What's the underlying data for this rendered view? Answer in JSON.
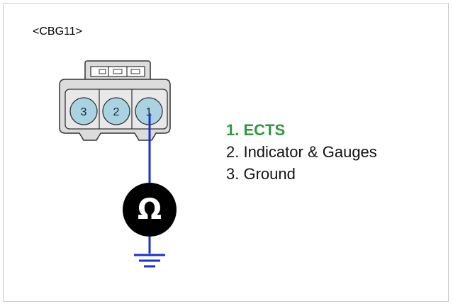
{
  "connector": {
    "name": "<CBG11>",
    "pins": [
      {
        "label": "3"
      },
      {
        "label": "2"
      },
      {
        "label": "1"
      }
    ]
  },
  "meter": {
    "symbol": "Ω",
    "icon": "ohm-icon"
  },
  "legend": {
    "items": [
      {
        "label": "1. ECTS",
        "highlight": true
      },
      {
        "label": "2. Indicator & Gauges",
        "highlight": false
      },
      {
        "label": "3. Ground",
        "highlight": false
      }
    ]
  },
  "colors": {
    "wire": "#1a2fd0",
    "highlight": "#2e9a3c",
    "pin_fill": "#a9d3e2",
    "connector_fill": "#dcdcdc",
    "meter_fill": "#000000"
  }
}
